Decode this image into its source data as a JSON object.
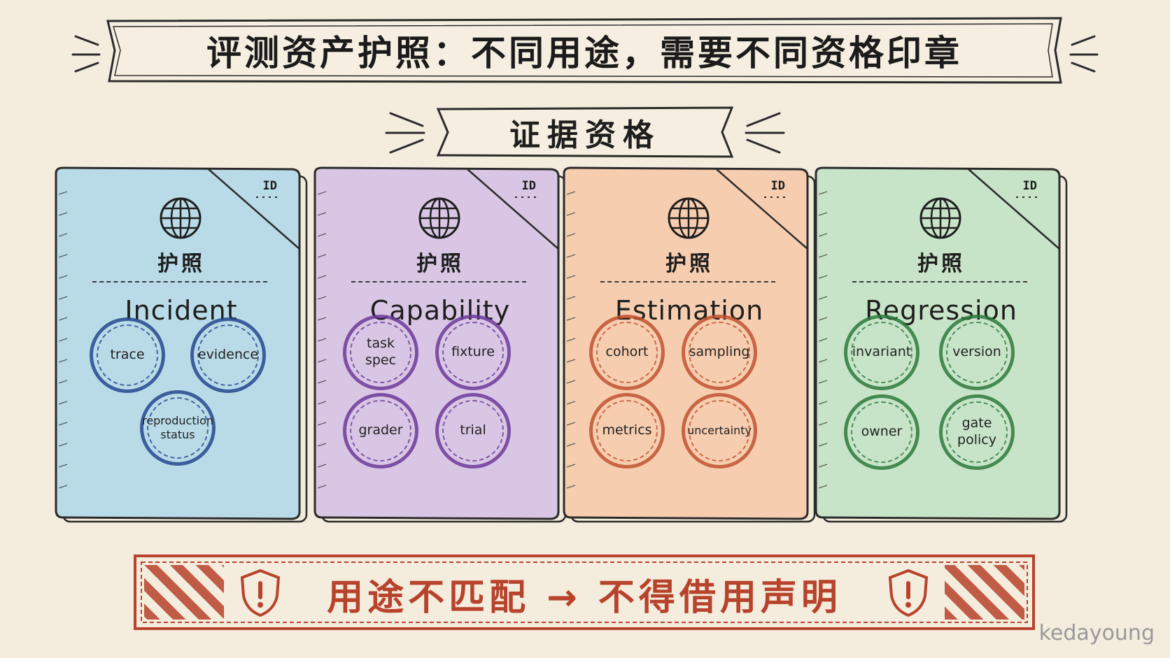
{
  "title": "评测资产护照：不同用途，需要不同资格印章",
  "subtitle": "证据资格",
  "passports": [
    {
      "id_label": "ID",
      "label": "护照",
      "name": "Incident",
      "color": "#b9dbe8",
      "ink": "#27488e",
      "stamps": [
        "trace",
        "evidence",
        "reproduction status"
      ]
    },
    {
      "id_label": "ID",
      "label": "护照",
      "name": "Capability",
      "color": "#d9c6e4",
      "ink": "#6c3a9a",
      "stamps": [
        "task spec",
        "fixture",
        "grader",
        "trial"
      ]
    },
    {
      "id_label": "ID",
      "label": "护照",
      "name": "Estimation",
      "color": "#f7cdb0",
      "ink": "#c05230",
      "stamps": [
        "cohort",
        "sampling",
        "metrics",
        "uncertainty"
      ]
    },
    {
      "id_label": "ID",
      "label": "护照",
      "name": "Regression",
      "color": "#c8e4c8",
      "ink": "#2e7a3c",
      "stamps": [
        "invariant",
        "version",
        "owner",
        "gate policy"
      ]
    }
  ],
  "warning": "用途不匹配 → 不得借用声明",
  "warning_color": "#b8432c",
  "signature": "kedayoung"
}
